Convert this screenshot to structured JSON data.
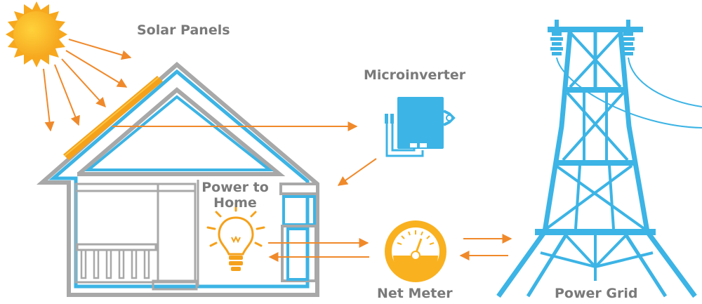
{
  "labels": {
    "solar_panels": "Solar Panels",
    "microinverter": "Microinverter",
    "power_to_home_line1": "Power to",
    "power_to_home_line2": "Home",
    "net_meter": "Net Meter",
    "power_grid": "Power Grid"
  },
  "colors": {
    "sun": "#f9b11f",
    "orange": "#f0892a",
    "blue": "#3cb4e5",
    "gray": "#a8a8a8",
    "label": "#7a7a7a"
  },
  "icons": [
    "sun-icon",
    "solar-panel-icon",
    "house-icon",
    "microinverter-icon",
    "light-bulb-icon",
    "net-meter-icon",
    "power-tower-icon"
  ]
}
